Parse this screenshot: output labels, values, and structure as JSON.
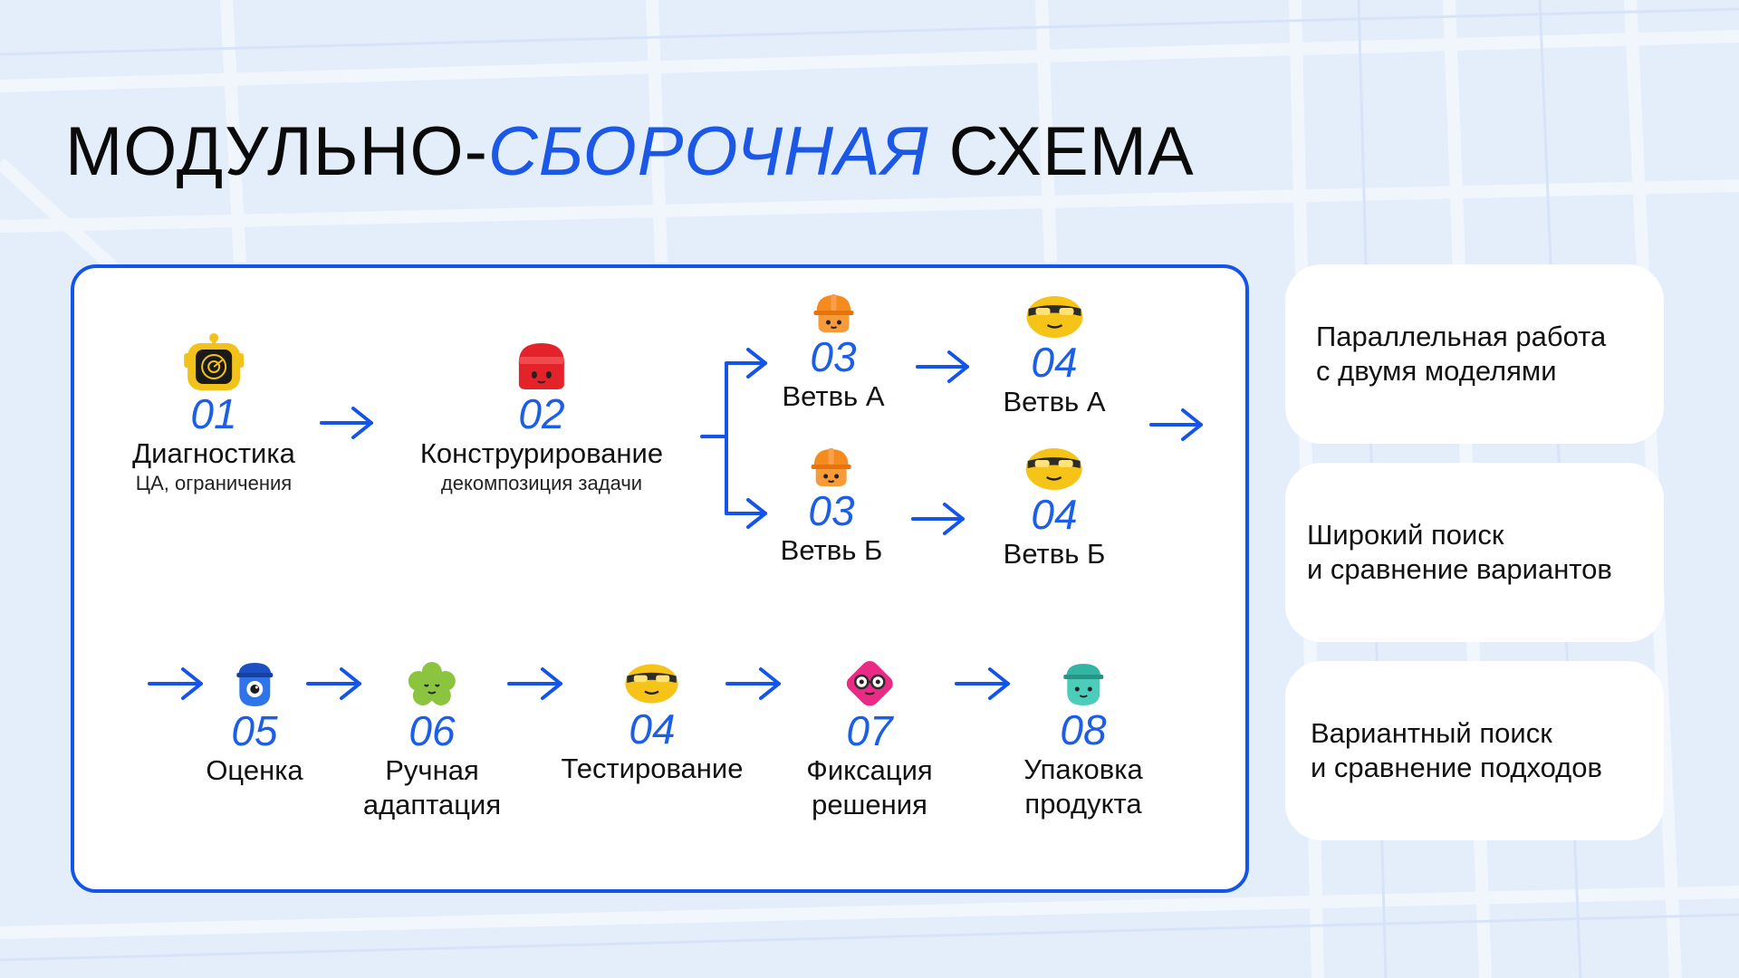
{
  "title": {
    "part1": "МОДУЛЬНО-",
    "accent": "СБОРОЧНАЯ",
    "part2": " СХЕМА"
  },
  "steps": {
    "diagnostics": {
      "num": "01",
      "label": "Диагностика",
      "sub": "ЦА, ограничения",
      "icon": "robot-radar-icon"
    },
    "design": {
      "num": "02",
      "label": "Конструрирование",
      "sub": "декомпозиция задачи",
      "icon": "red-helmet-icon"
    },
    "branch_a_03": {
      "num": "03",
      "label": "Ветвь А",
      "icon": "orange-hardhat-icon"
    },
    "branch_a_04": {
      "num": "04",
      "label": "Ветвь А",
      "icon": "yellow-goggles-icon"
    },
    "branch_b_03": {
      "num": "03",
      "label": "Ветвь Б",
      "icon": "orange-hardhat-icon"
    },
    "branch_b_04": {
      "num": "04",
      "label": "Ветвь Б",
      "icon": "yellow-goggles-icon"
    },
    "evaluation": {
      "num": "05",
      "label": "Оценка",
      "icon": "blue-cyclops-icon"
    },
    "manual": {
      "num": "06",
      "label": "Ручная",
      "label2": "адаптация",
      "icon": "green-flower-icon"
    },
    "testing": {
      "num": "04",
      "label": "Тестирование",
      "icon": "yellow-goggles-icon"
    },
    "decision": {
      "num": "07",
      "label": "Фиксация",
      "label2": "решения",
      "icon": "pink-diamond-glasses-icon"
    },
    "packaging": {
      "num": "08",
      "label": "Упаковка",
      "label2": "продукта",
      "icon": "teal-cap-icon"
    }
  },
  "cards": [
    {
      "text": "Параллельная работа\nс двумя моделями"
    },
    {
      "text": "Широкий поиск\nи сравнение вариантов"
    },
    {
      "text": "Вариантный поиск\nи сравнение подходов"
    }
  ],
  "colors": {
    "accent": "#1b58e6",
    "panel_border": "#1554e8",
    "background": "#e4eefb"
  }
}
